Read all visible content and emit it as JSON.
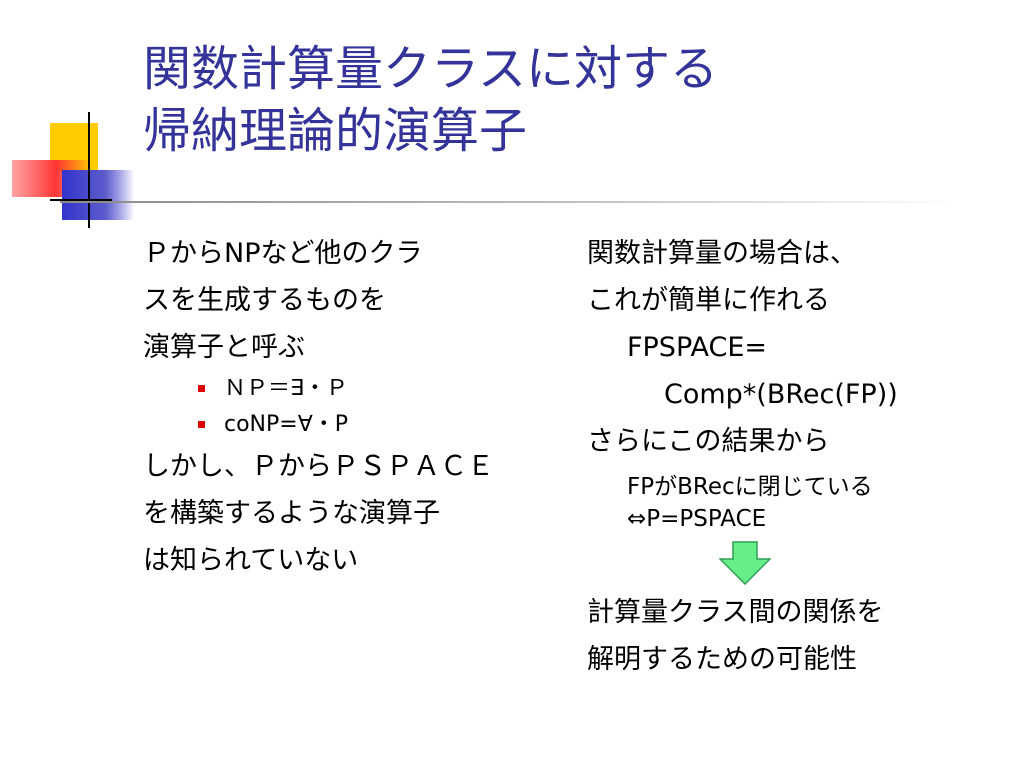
{
  "slide": {
    "title_lines": [
      "関数計算量クラスに対する",
      "帰納理論的演算子"
    ],
    "left": {
      "intro_lines": [
        "ＰからNPなど他のクラ",
        "スを生成するものを",
        "演算子と呼ぶ"
      ],
      "bullets": [
        "ＮＰ＝∃・Ｐ",
        "coNP=∀・P"
      ],
      "outro_lines": [
        "しかし、ＰからＰＳＰＡＣＥ",
        "を構築するような演算子",
        "は知られていない"
      ]
    },
    "right": {
      "lines": [
        "関数計算量の場合は、",
        "これが簡単に作れる",
        "FPSPACE=",
        "Comp*(BRec(FP))",
        "さらにこの結果から"
      ],
      "sub_lines": [
        "FPがBRecに閉じている",
        "⇔P=PSPACE"
      ],
      "conclusion_lines": [
        "計算量クラス間の関係を",
        "解明するための可能性"
      ]
    },
    "colors": {
      "title": "#333399",
      "bullet": "#dd0000",
      "arrow_fill": "#66ee88",
      "arrow_stroke": "#2f9e52",
      "logo_yellow": "#ffcc00",
      "logo_blue": "#3333cc",
      "logo_red": "#ff3333"
    }
  }
}
